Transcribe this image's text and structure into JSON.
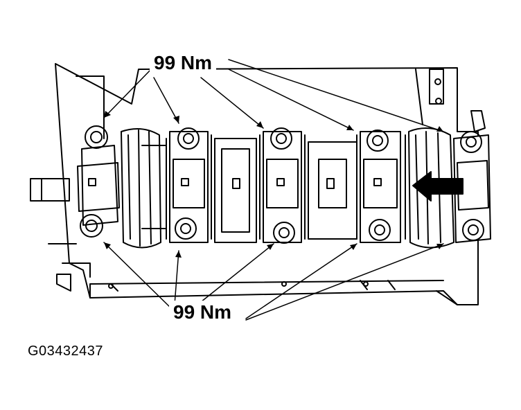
{
  "diagram": {
    "labels": {
      "top_torque": "99 Nm",
      "bottom_torque": "99 Nm"
    },
    "figure_id": "G03432437",
    "bolt_count": 10,
    "main_bearing_caps": 5
  },
  "colors": {
    "ink": "#000000",
    "paper": "#ffffff"
  }
}
